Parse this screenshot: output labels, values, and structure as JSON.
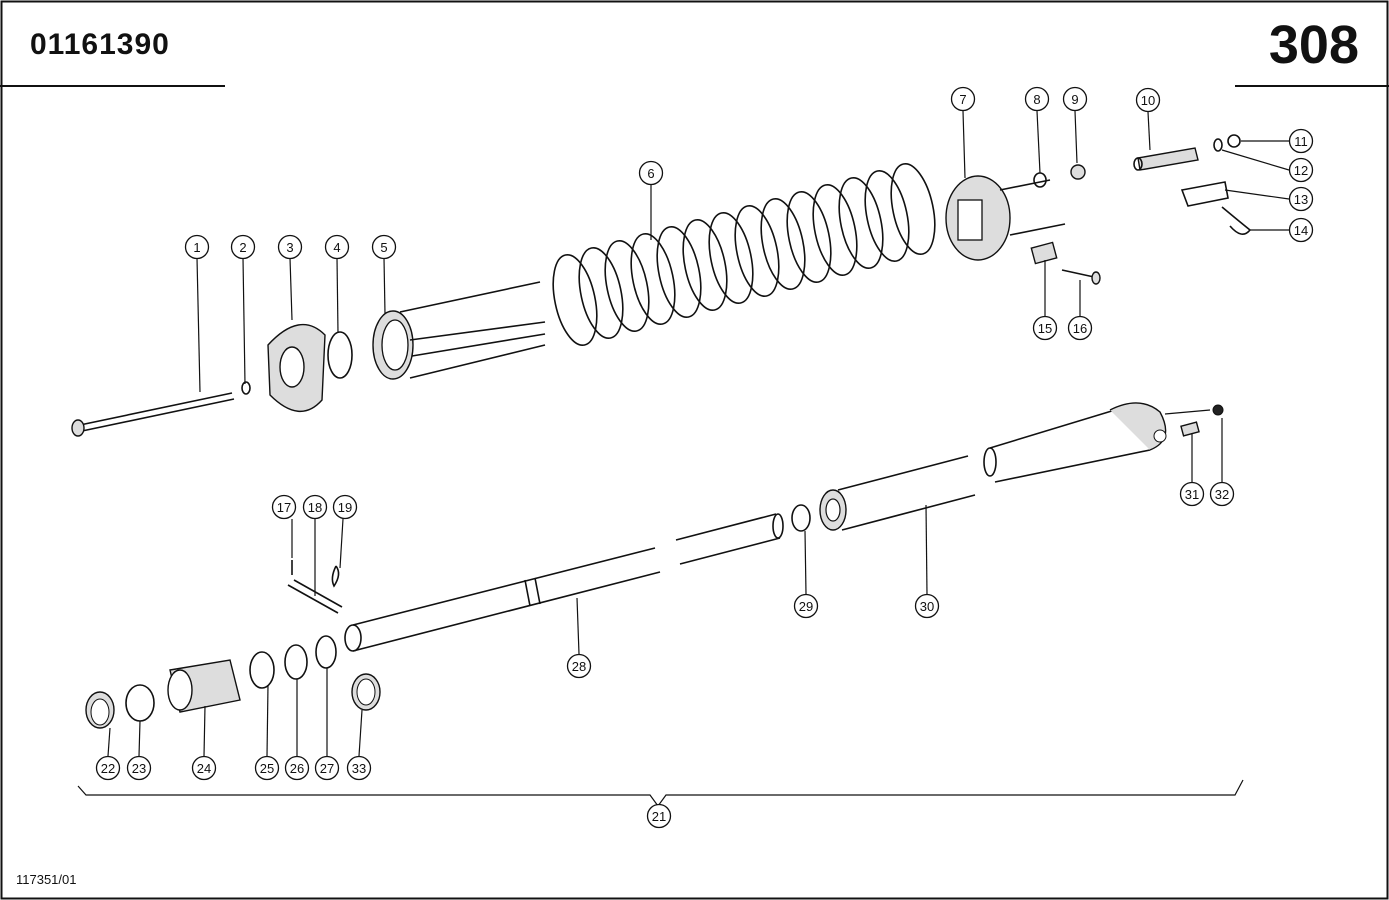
{
  "header": {
    "part_number": "01161390",
    "page_number": "308"
  },
  "footer": {
    "reference": "117351/01"
  },
  "callouts": [
    "1",
    "2",
    "3",
    "4",
    "5",
    "6",
    "7",
    "8",
    "9",
    "10",
    "11",
    "12",
    "13",
    "14",
    "15",
    "16",
    "17",
    "18",
    "19",
    "21",
    "22",
    "23",
    "24",
    "25",
    "26",
    "27",
    "28",
    "29",
    "30",
    "31",
    "32",
    "33"
  ]
}
